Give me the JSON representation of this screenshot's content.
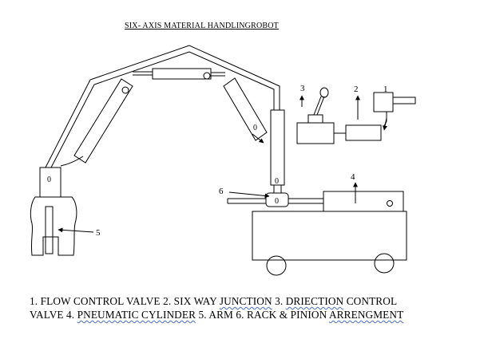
{
  "title": "SIX- AXIS MATERIAL HANDLINGROBOT",
  "labels": {
    "flow_control_valve": "1",
    "six_way_junction": "2",
    "direction_control_valve": "3",
    "pneumatic_cylinder": "4",
    "arm": "5",
    "rack_pinion": "6"
  },
  "zero_marks": "0",
  "caption": {
    "line1_a": "1. FLOW CONTROL VALVE 2. SIX WAY ",
    "line1_b": "JUNCTION",
    "line1_c": "  3. ",
    "line1_d": "DRIECTION",
    "line1_e": " CONTROL",
    "line2_a": "VALVE 4. ",
    "line2_b": "PNEUMATIC CYLINDER",
    "line2_c": "   5. ARM 6. RACK & PINION  ",
    "line2_d": "ARRENGMENT"
  }
}
